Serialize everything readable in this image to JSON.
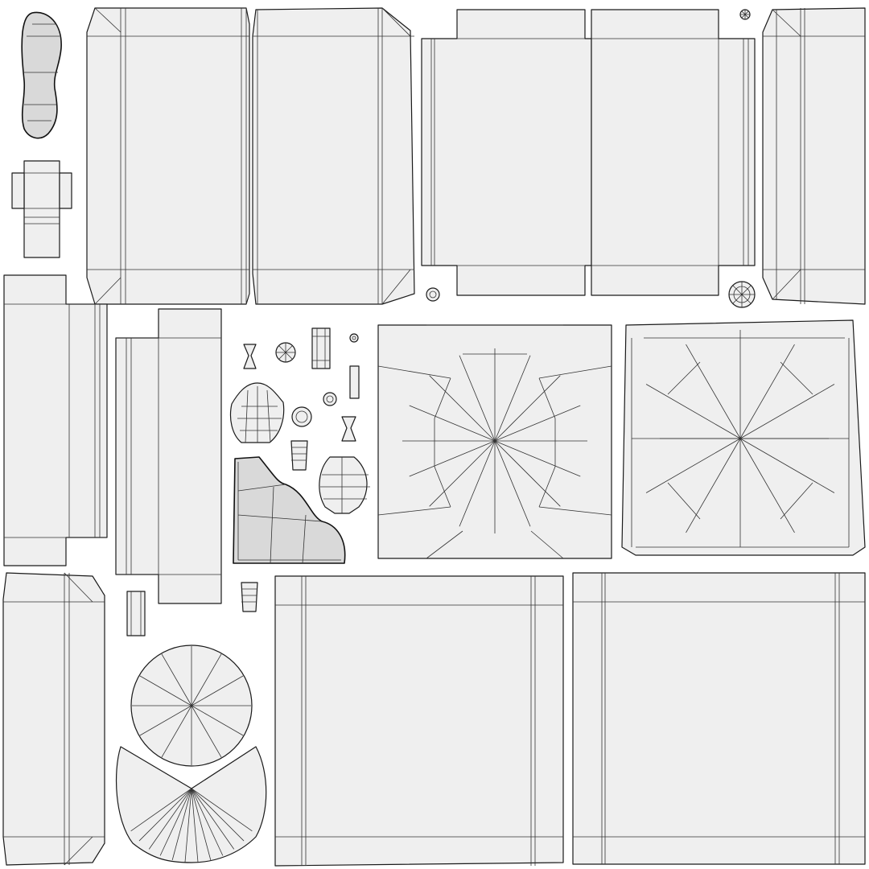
{
  "canvas": {
    "background": "#ffffff",
    "island_fill": "#efefef",
    "island_fill_dark": "#d9d9d9",
    "wire_color": "#1a1a1a"
  },
  "mesh": {
    "star_center_a_spokes": 16,
    "star_center_b_spokes": 12,
    "round_island_spokes": 12,
    "fan_island_spokes": 12
  }
}
